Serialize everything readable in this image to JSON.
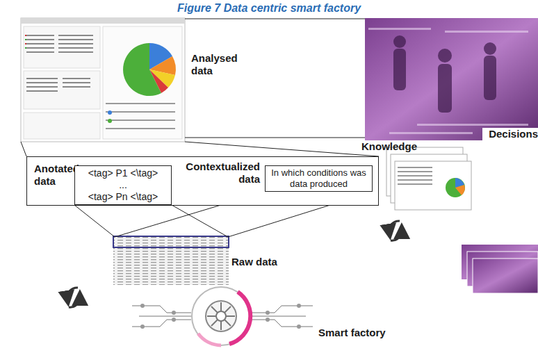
{
  "diagram": {
    "title": "Figure 7 Data centric smart factory",
    "nodes": [
      {
        "text": [
          "Anotated data",
          "Contextualized data"
        ]
      },
      {
        "text": [
          "<tag> P1 <\\tag>",
          "...",
          "<tag> Pn <\\tag>"
        ],
        "in": 0
      },
      {
        "text": [
          "In which conditions was data produced"
        ],
        "in": 0
      }
    ],
    "labels": [
      "Analysed data",
      "Decisions",
      "Knowledge",
      "Raw data",
      "Smart factory"
    ]
  }
}
